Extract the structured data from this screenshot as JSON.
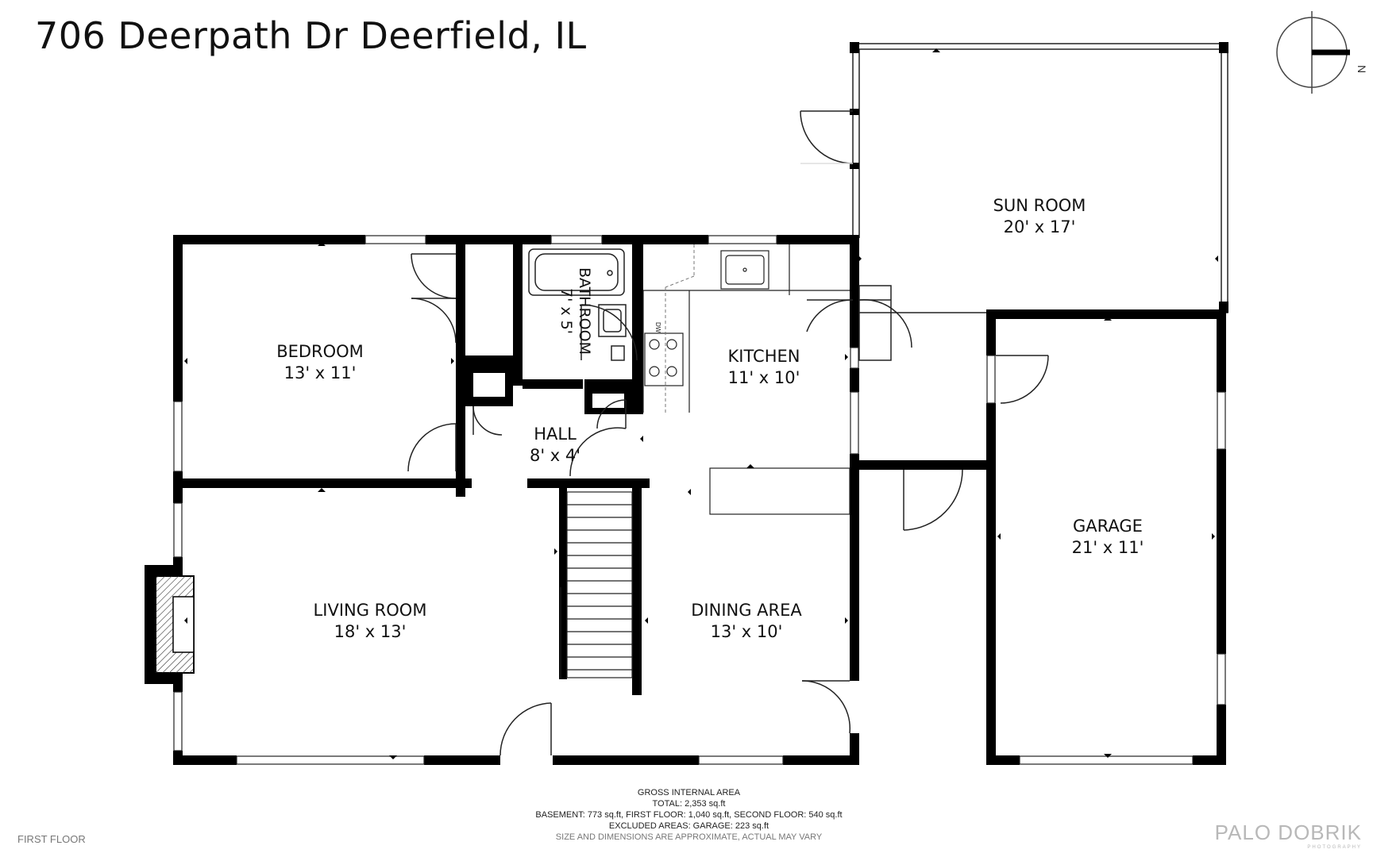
{
  "title": "706 Deerpath Dr Deerfield, IL",
  "compass": {
    "label": "N"
  },
  "rooms": {
    "sunroom": {
      "name": "SUN ROOM",
      "dims": "20' x 17'"
    },
    "bedroom": {
      "name": "BEDROOM",
      "dims": "13' x 11'"
    },
    "bathroom": {
      "name": "BATHROOM",
      "dims": "7' x 5'"
    },
    "kitchen": {
      "name": "KITCHEN",
      "dims": "11' x 10'"
    },
    "hall": {
      "name": "HALL",
      "dims": "8' x 4'"
    },
    "living": {
      "name": "LIVING ROOM",
      "dims": "18' x 13'"
    },
    "dining": {
      "name": "DINING AREA",
      "dims": "13' x 10'"
    },
    "garage": {
      "name": "GARAGE",
      "dims": "21' x 11'"
    }
  },
  "appliance_label": "DW",
  "area_info": {
    "heading": "GROSS INTERNAL AREA",
    "total": "TOTAL: 2,353 sq.ft",
    "breakdown": "BASEMENT: 773 sq.ft, FIRST FLOOR: 1,040 sq.ft, SECOND FLOOR: 540 sq.ft",
    "excluded": "EXCLUDED AREAS: GARAGE: 223 sq.ft",
    "disclaimer": "SIZE AND DIMENSIONS ARE APPROXIMATE, ACTUAL MAY VARY"
  },
  "floor_name": "FIRST FLOOR",
  "brand": {
    "name": "PALO DOBRIK",
    "sub": "PHOTOGRAPHY"
  }
}
